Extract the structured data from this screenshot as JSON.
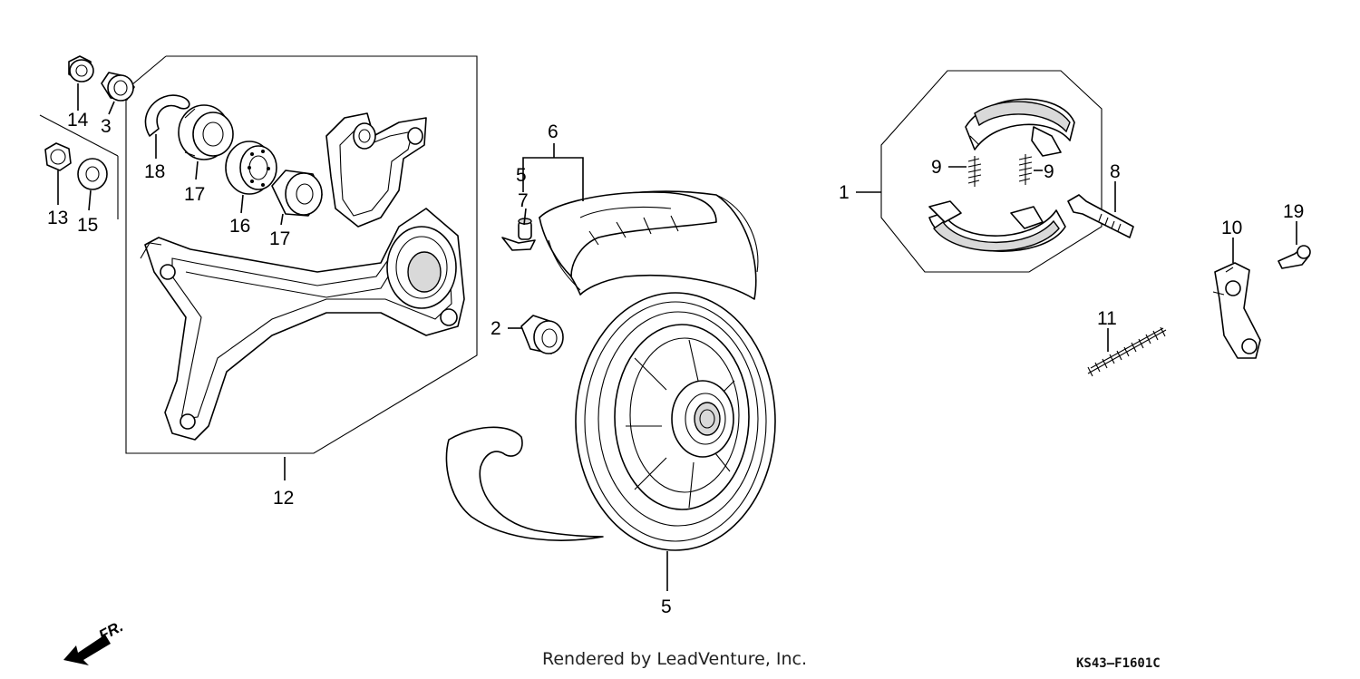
{
  "callouts": {
    "c1": "1",
    "c2": "2",
    "c3": "3",
    "c5a": "5",
    "c5b": "5",
    "c6": "6",
    "c7": "7",
    "c8": "8",
    "c9a": "9",
    "c9b": "9",
    "c10": "10",
    "c11": "11",
    "c12": "12",
    "c13": "13",
    "c14": "14",
    "c15": "15",
    "c16": "16",
    "c17a": "17",
    "c17b": "17",
    "c18": "18",
    "c19": "19"
  },
  "direction_marker": "FR.",
  "footer": {
    "credit": "Rendered by LeadVenture, Inc.",
    "diagram_code": "KS43–F1601C"
  }
}
